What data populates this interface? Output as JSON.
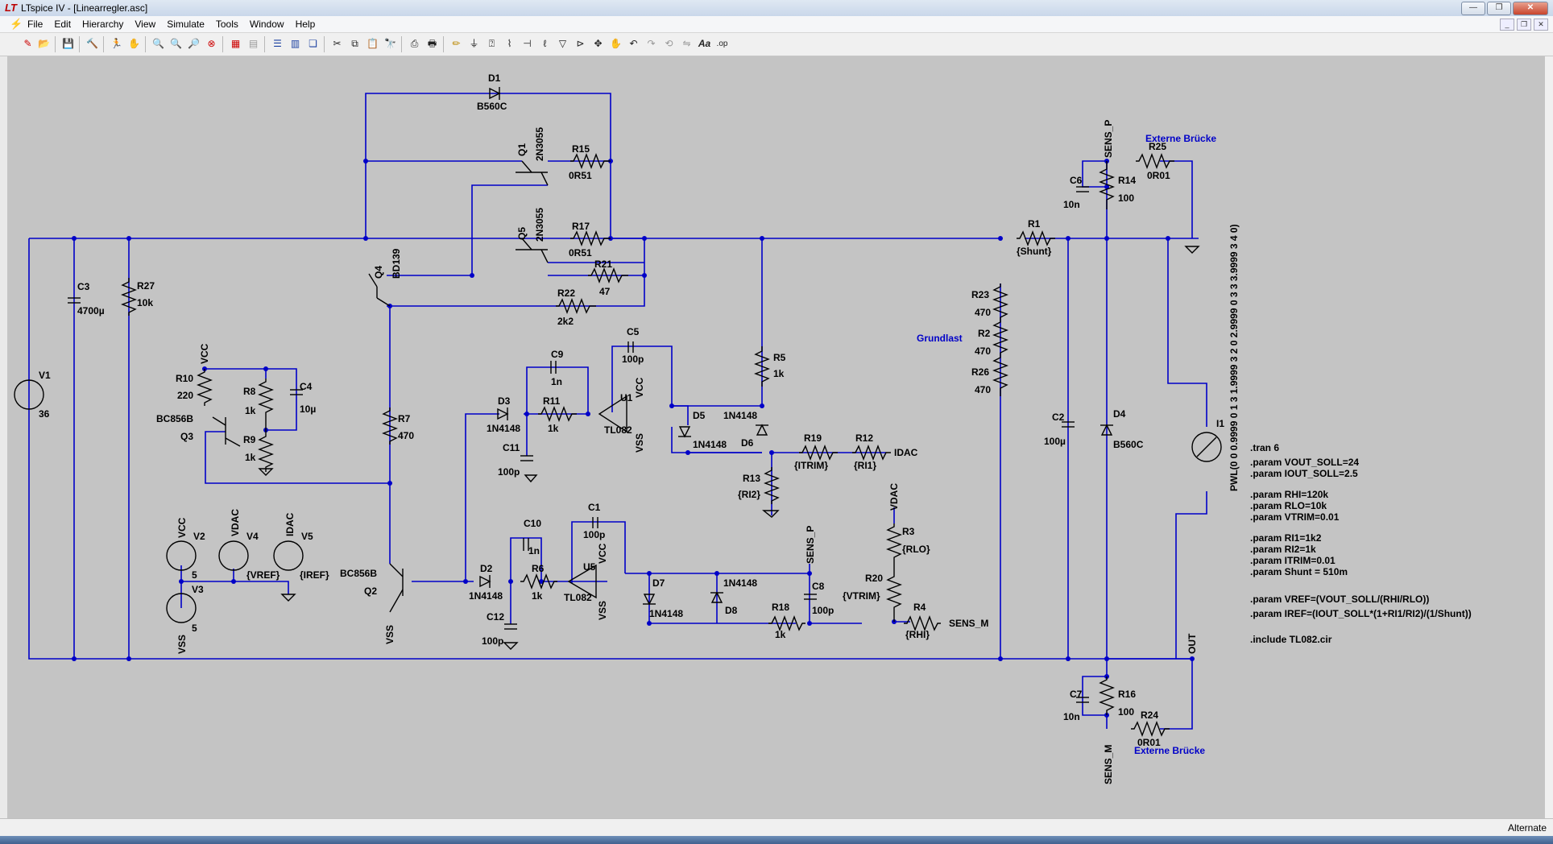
{
  "window": {
    "title": "LTspice IV - [Linearregler.asc]",
    "buttons": [
      "—",
      "❐",
      "✕"
    ]
  },
  "menu": [
    "File",
    "Edit",
    "Hierarchy",
    "View",
    "Simulate",
    "Tools",
    "Window",
    "Help"
  ],
  "toolbar_icons": [
    "new-schematic-icon",
    "open-icon",
    "save-icon",
    "control-panel-icon",
    "run-icon",
    "halt-icon",
    "zoom-in-icon",
    "zoom-full-icon",
    "zoom-out-icon",
    "zoom-fit-icon",
    "autorange-icon",
    "fft-icon",
    "tile-horizontal-icon",
    "tile-vertical-icon",
    "cascade-icon",
    "cut-icon",
    "copy-icon",
    "paste-icon",
    "find-icon",
    "print-setup-icon",
    "print-icon",
    "wire-icon",
    "ground-icon",
    "label-icon",
    "resistor-icon",
    "capacitor-icon",
    "inductor-icon",
    "diode-icon",
    "component-icon",
    "move-icon",
    "drag-icon",
    "undo-icon",
    "redo-icon",
    "rotate-icon",
    "mirror-icon",
    "text-icon",
    "spice-directive-icon"
  ],
  "status": {
    "mode": "Alternate"
  },
  "schematic": {
    "components": [
      {
        "ref": "D1",
        "value": "B560C"
      },
      {
        "ref": "Q1",
        "value": "2N3055"
      },
      {
        "ref": "R15",
        "value": "0R51"
      },
      {
        "ref": "Q5",
        "value": "2N3055"
      },
      {
        "ref": "R17",
        "value": "0R51"
      },
      {
        "ref": "R21",
        "value": "47"
      },
      {
        "ref": "Q4",
        "value": "BD139"
      },
      {
        "ref": "R22",
        "value": "2k2"
      },
      {
        "ref": "C3",
        "value": "4700µ"
      },
      {
        "ref": "R27",
        "value": "10k"
      },
      {
        "ref": "V1",
        "value": "36"
      },
      {
        "ref": "R10",
        "value": "220"
      },
      {
        "ref": "R8",
        "value": "1k"
      },
      {
        "ref": "C4",
        "value": "10µ"
      },
      {
        "ref": "R9",
        "value": "1k"
      },
      {
        "ref": "Q3",
        "value": "BC856B"
      },
      {
        "ref": "R7",
        "value": "470"
      },
      {
        "ref": "C9",
        "value": "1n"
      },
      {
        "ref": "C5",
        "value": "100p"
      },
      {
        "ref": "D3",
        "value": "1N4148"
      },
      {
        "ref": "R11",
        "value": "1k"
      },
      {
        "ref": "U1",
        "value": "TL082"
      },
      {
        "ref": "D5",
        "value": "1N4148"
      },
      {
        "ref": "D6",
        "value": "1N4148"
      },
      {
        "ref": "R5",
        "value": "1k"
      },
      {
        "ref": "C11",
        "value": "100p"
      },
      {
        "ref": "R19",
        "value": "{ITRIM}"
      },
      {
        "ref": "R12",
        "value": "{RI1}"
      },
      {
        "ref": "R13",
        "value": "{RI2}"
      },
      {
        "ref": "V2",
        "value": "5"
      },
      {
        "ref": "V4",
        "value": "{VREF}"
      },
      {
        "ref": "V5",
        "value": "{IREF}"
      },
      {
        "ref": "V3",
        "value": "5"
      },
      {
        "ref": "Q2",
        "value": "BC856B"
      },
      {
        "ref": "D2",
        "value": "1N4148"
      },
      {
        "ref": "C10",
        "value": "1n"
      },
      {
        "ref": "R6",
        "value": "1k"
      },
      {
        "ref": "C1",
        "value": "100p"
      },
      {
        "ref": "U5",
        "value": "TL082"
      },
      {
        "ref": "D7",
        "value": "1N4148"
      },
      {
        "ref": "D8",
        "value": "1N4148"
      },
      {
        "ref": "C12",
        "value": "100p"
      },
      {
        "ref": "R18",
        "value": "1k"
      },
      {
        "ref": "C8",
        "value": "100p"
      },
      {
        "ref": "R3",
        "value": "{RLO}"
      },
      {
        "ref": "R20",
        "value": "{VTRIM}"
      },
      {
        "ref": "R4",
        "value": "{RHI}"
      },
      {
        "ref": "R23",
        "value": "470"
      },
      {
        "ref": "R2",
        "value": "470"
      },
      {
        "ref": "R26",
        "value": "470"
      },
      {
        "ref": "R1",
        "value": "{Shunt}"
      },
      {
        "ref": "C2",
        "value": "100µ"
      },
      {
        "ref": "D4",
        "value": "B560C"
      },
      {
        "ref": "C6",
        "value": "10n"
      },
      {
        "ref": "R14",
        "value": "100"
      },
      {
        "ref": "R25",
        "value": "0R01"
      },
      {
        "ref": "C7",
        "value": "10n"
      },
      {
        "ref": "R16",
        "value": "100"
      },
      {
        "ref": "R24",
        "value": "0R01"
      },
      {
        "ref": "I1",
        "value": "PWL(0 0 0.9999 0 1 3 1.9999 3 2 0 2.9999 0 3 3 3.9999 3 4 0)"
      }
    ],
    "net_labels": [
      "VCC",
      "VSS",
      "VDAC",
      "IDAC",
      "SENS_P",
      "SENS_M",
      "OUT"
    ],
    "comments": {
      "grundlast": "Grundlast",
      "bruecke": "Externe Brücke"
    },
    "directives": [
      ".tran 6",
      ".param VOUT_SOLL=24",
      ".param IOUT_SOLL=2.5",
      ".param RHI=120k",
      ".param RLO=10k",
      ".param VTRIM=0.01",
      ".param RI1=1k2",
      ".param RI2=1k",
      ".param ITRIM=0.01",
      ".param Shunt = 510m",
      ".param VREF=(VOUT_SOLL/(RHI/RLO))",
      ".param IREF=(IOUT_SOLL*(1+RI1/RI2)/(1/Shunt))",
      ".include TL082.cir"
    ]
  }
}
